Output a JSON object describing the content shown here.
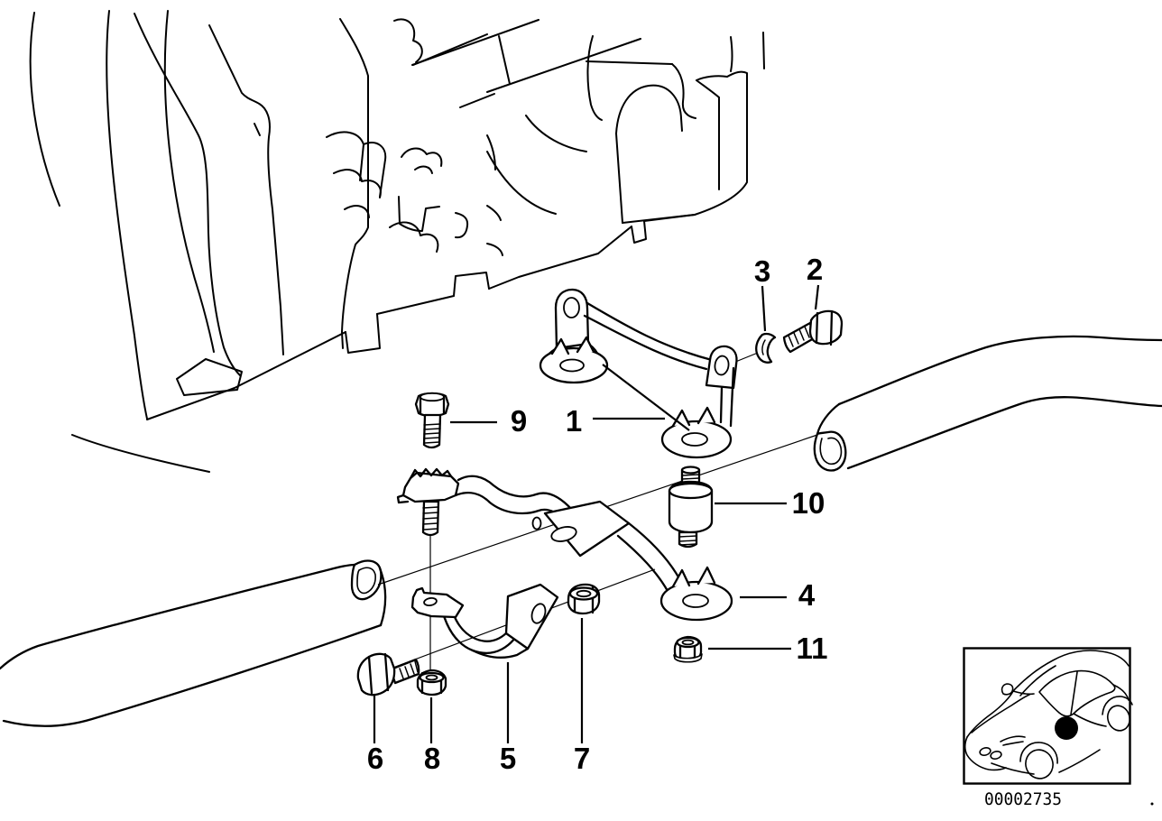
{
  "diagram": {
    "type": "exploded-parts-diagram",
    "drawing_number": "00002735",
    "callouts": [
      {
        "label": "1"
      },
      {
        "label": "2"
      },
      {
        "label": "3"
      },
      {
        "label": "4"
      },
      {
        "label": "5"
      },
      {
        "label": "6"
      },
      {
        "label": "7"
      },
      {
        "label": "8"
      },
      {
        "label": "9"
      },
      {
        "label": "10"
      },
      {
        "label": "11"
      }
    ]
  },
  "colors": {
    "line": "#000000",
    "background": "#ffffff",
    "location_dot": "#000000"
  }
}
